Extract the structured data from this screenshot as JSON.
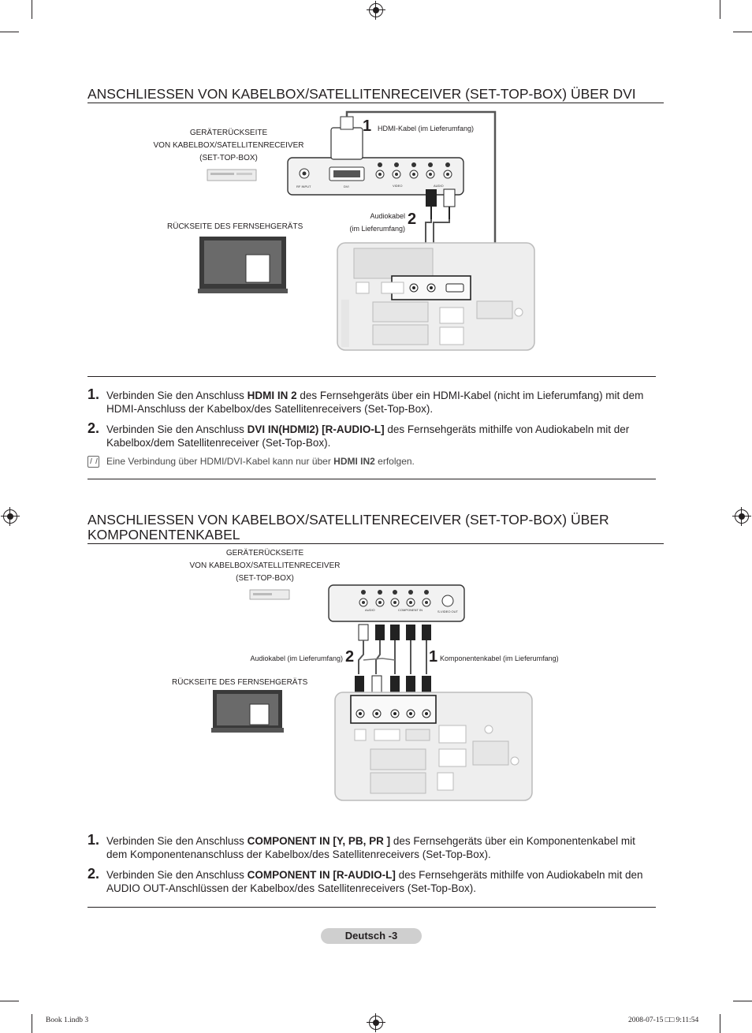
{
  "section1": {
    "title": "ANSCHLIESSEN VON KABELBOX/SATELLITENRECEIVER (SET-TOP-BOX) ÜBER DVI",
    "diagram": {
      "device_label_line1": "GERÄTERÜCKSEITE",
      "device_label_line2": "VON KABELBOX/SATELLITENRECEIVER",
      "device_label_line3": "(SET-TOP-BOX)",
      "tv_label": "RÜCKSEITE DES FERNSEHGERÄTS",
      "callout1_number": "1",
      "callout1_text": "HDMI-Kabel (im Lieferumfang)",
      "callout2_number": "2",
      "callout2_line1": "Audiokabel",
      "callout2_line2": "(im Lieferumfang)"
    },
    "steps": [
      {
        "number": "1.",
        "text_a": "Verbinden Sie den Anschluss ",
        "bold": "HDMI IN 2",
        "text_b": " des Fernsehgeräts über ein HDMI-Kabel (nicht im Lieferumfang) mit dem HDMI-Anschluss der Kabelbox/des Satellitenreceivers (Set-Top-Box)."
      },
      {
        "number": "2.",
        "text_a": "Verbinden Sie den Anschluss ",
        "bold": "DVI IN(HDMI2) [R-AUDIO-L]",
        "text_b": " des Fernsehgeräts mithilfe von Audiokabeln mit der Kabelbox/dem Satellitenreceiver (Set-Top-Box)."
      }
    ],
    "note": {
      "text_a": "Eine Verbindung über HDMI/DVI-Kabel kann nur über ",
      "bold": "HDMI IN2",
      "text_b": " erfolgen."
    }
  },
  "section2": {
    "title_line1": "ANSCHLIESSEN VON KABELBOX/SATELLITENRECEIVER (SET-TOP-BOX) ÜBER",
    "title_line2": "KOMPONENTENKABEL",
    "diagram": {
      "device_label_line1": "GERÄTERÜCKSEITE",
      "device_label_line2": "VON KABELBOX/SATELLITENRECEIVER",
      "device_label_line3": "(SET-TOP-BOX)",
      "tv_label": "RÜCKSEITE DES FERNSEHGERÄTS",
      "callout2_text": "Audiokabel (im Lieferumfang)",
      "callout2_number": "2",
      "callout1_number": "1",
      "callout1_text": "Komponentenkabel (im Lieferumfang)"
    },
    "steps": [
      {
        "number": "1.",
        "text_a": "Verbinden Sie den Anschluss ",
        "bold": "COMPONENT IN [Y, PB, PR ]",
        "text_b": " des Fernsehgeräts über ein Komponentenkabel mit dem Komponentenanschluss der Kabelbox/des Satellitenreceivers (Set-Top-Box)."
      },
      {
        "number": "2.",
        "text_a": "Verbinden Sie den Anschluss ",
        "bold": "COMPONENT IN [R-AUDIO-L]",
        "text_b": " des Fernsehgeräts mithilfe von Audiokabeln mit den AUDIO OUT-Anschlüssen der Kabelbox/des Satellitenreceivers (Set-Top-Box)."
      }
    ]
  },
  "footer": {
    "page_label": "Deutsch -3",
    "slug_left": "Book 1.indb   3",
    "slug_right": "2008-07-15   □□ 9:11:54"
  }
}
